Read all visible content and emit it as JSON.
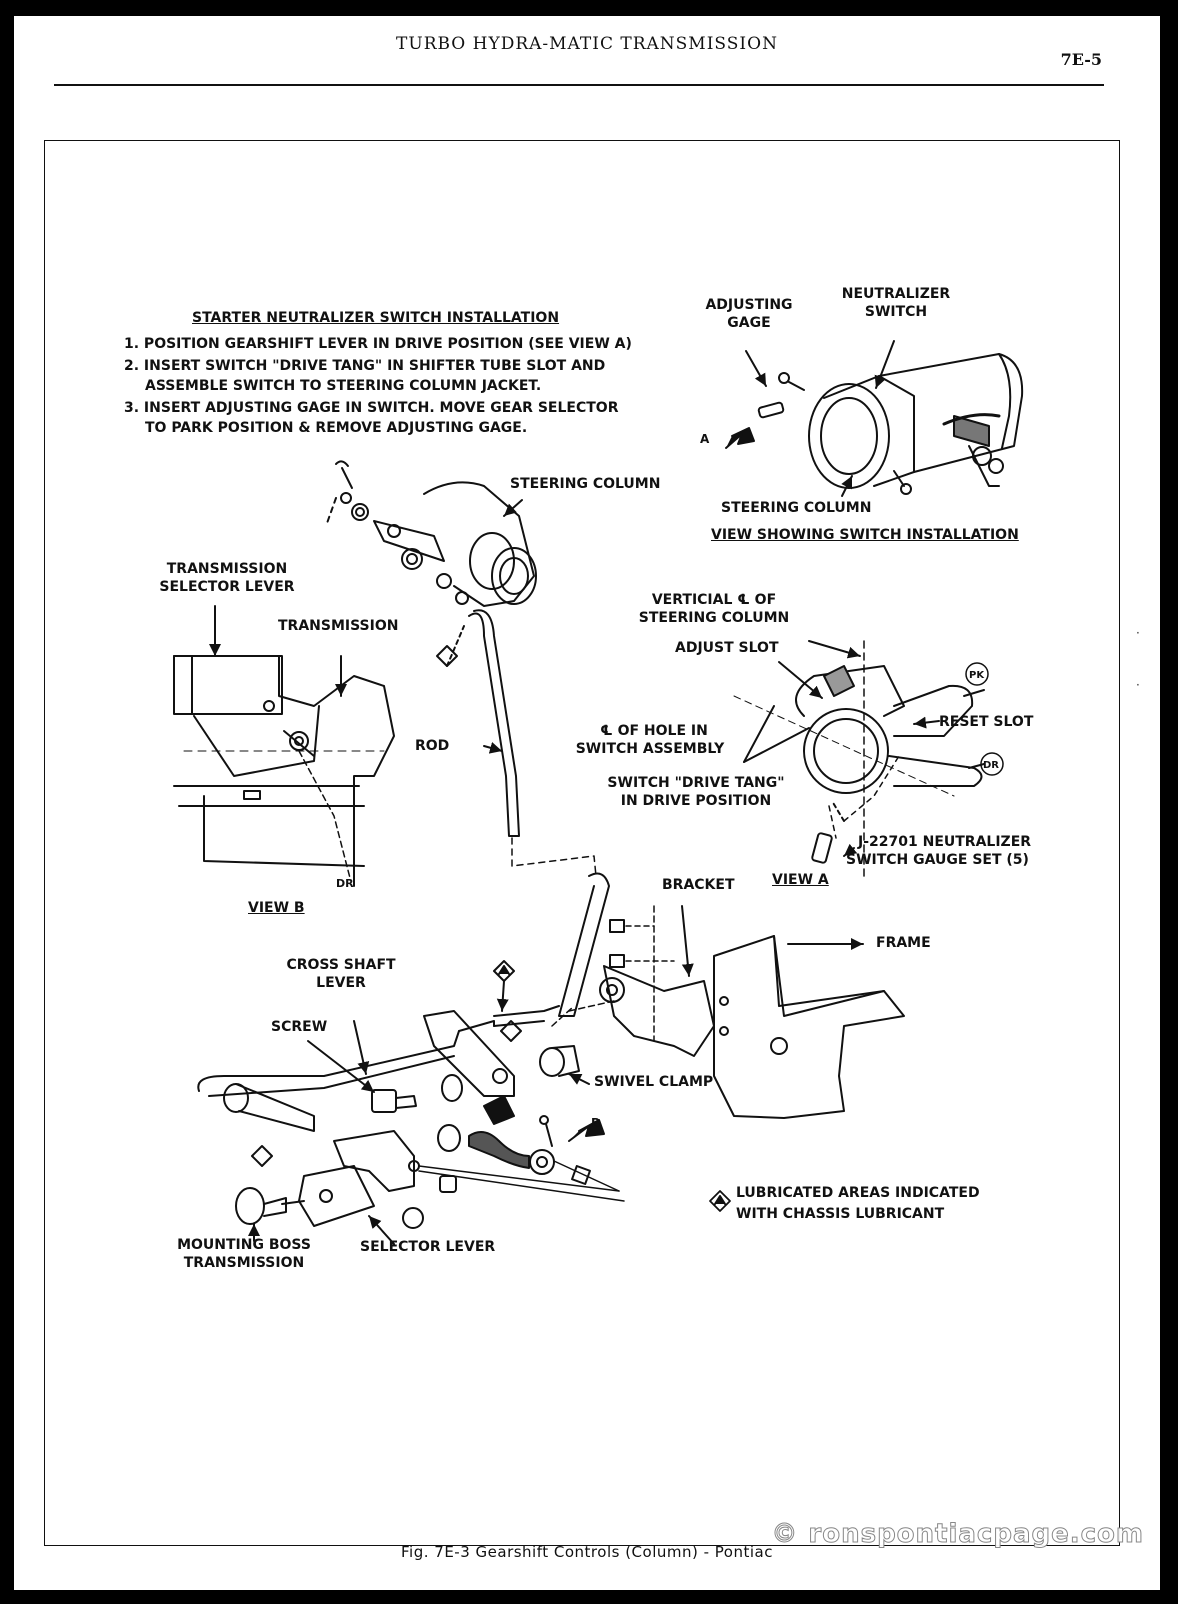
{
  "header": {
    "title": "TURBO HYDRA-MATIC TRANSMISSION",
    "page_number": "7E-5"
  },
  "instructions": {
    "title": "STARTER NEUTRALIZER SWITCH INSTALLATION",
    "step1": "1. POSITION GEARSHIFT LEVER IN DRIVE POSITION (SEE VIEW A)",
    "step2a": "2. INSERT SWITCH \"DRIVE TANG\" IN SHIFTER TUBE SLOT AND",
    "step2b": "ASSEMBLE SWITCH TO STEERING COLUMN JACKET.",
    "step3a": "3. INSERT ADJUSTING GAGE IN SWITCH. MOVE GEAR SELECTOR",
    "step3b": "TO PARK POSITION & REMOVE ADJUSTING GAGE."
  },
  "switch_view": {
    "adjusting_gage_l1": "ADJUSTING",
    "adjusting_gage_l2": "GAGE",
    "neutralizer_l1": "NEUTRALIZER",
    "neutralizer_l2": "SWITCH",
    "arrow_a": "A",
    "steering_column": "STEERING COLUMN",
    "title": "VIEW SHOWING SWITCH INSTALLATION"
  },
  "main_labels": {
    "steering_column": "STEERING COLUMN",
    "transmission_selector_l1": "TRANSMISSION",
    "transmission_selector_l2": "SELECTOR LEVER",
    "transmission": "TRANSMISSION",
    "rod": "ROD",
    "view_b": "VIEW B",
    "dr": "DR",
    "bracket": "BRACKET",
    "frame": "FRAME",
    "cross_shaft_l1": "CROSS SHAFT",
    "cross_shaft_l2": "LEVER",
    "screw": "SCREW",
    "swivel_clamp": "SWIVEL CLAMP",
    "mounting_boss_l1": "MOUNTING BOSS",
    "mounting_boss_l2": "TRANSMISSION",
    "selector_lever": "SELECTOR LEVER",
    "arrow_b": "B",
    "lubricated_l1": "LUBRICATED AREAS INDICATED",
    "lubricated_l2": "WITH CHASSIS LUBRICANT"
  },
  "view_a": {
    "vertical_cl_l1": "VERTICIAL ℄ OF",
    "vertical_cl_l2": "STEERING COLUMN",
    "adjust_slot": "ADJUST SLOT",
    "pk": "PK",
    "reset_slot": "RESET SLOT",
    "hole_cl_l1": "℄ OF HOLE IN",
    "hole_cl_l2": "SWITCH ASSEMBLY",
    "drive_tang_l1": "SWITCH \"DRIVE TANG\"",
    "drive_tang_l2": "IN DRIVE POSITION",
    "dr": "DR",
    "gauge_set_l1": "J-22701 NEUTRALIZER",
    "gauge_set_l2": "SWITCH GAUGE SET (5)",
    "title": "VIEW A"
  },
  "caption": "Fig. 7E-3 Gearshift Controls (Column) - Pontiac",
  "watermark": "© ronspontiacpage.com"
}
